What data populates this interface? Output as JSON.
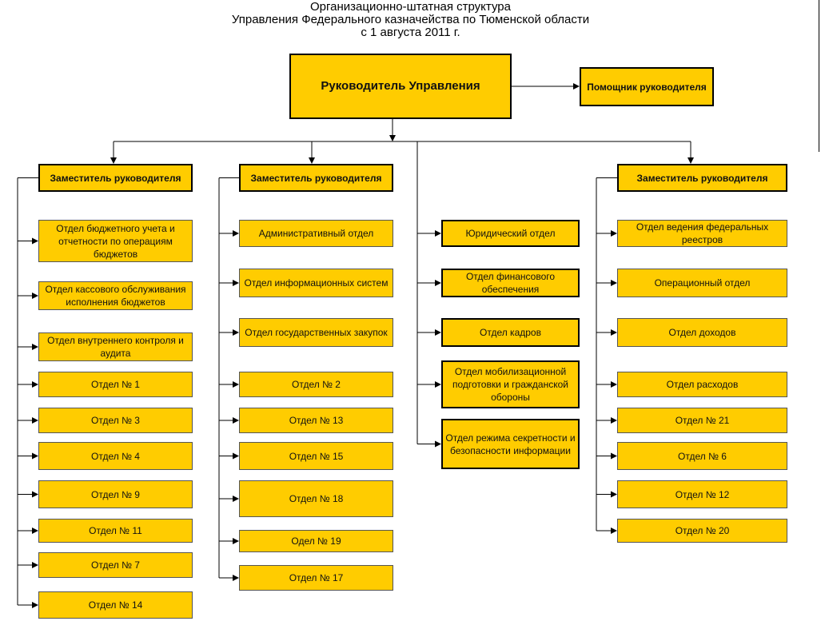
{
  "title": {
    "line1": "Организационно-штатная структура",
    "line2": "Управления Федерального казначейства по Тюменской области",
    "line3": "с 1 августа  2011  г."
  },
  "head": "Руководитель Управления",
  "assistant": "Помощник руководителя",
  "columns": [
    {
      "deputy": "Заместитель руководителя",
      "units": [
        "Отдел бюджетного учета и отчетности по операциям бюджетов",
        "Отдел кассового обслуживания исполнения бюджетов",
        "Отдел внутреннего контроля и аудита",
        "Отдел № 1",
        "Отдел № 3",
        "Отдел № 4",
        "Отдел № 9",
        "Отдел № 11",
        "Отдел № 7",
        "Отдел № 14"
      ]
    },
    {
      "deputy": "Заместитель руководителя",
      "units": [
        "Административный отдел",
        "Отдел информационных систем",
        "Отдел государственных закупок",
        "Отдел № 2",
        "Отдел № 13",
        "Отдел № 15",
        "Отдел № 18",
        "Одел № 19",
        "Отдел № 17"
      ]
    },
    {
      "deputy": "",
      "units": [
        "Юридический отдел",
        "Отдел финансового обеспечения",
        "Отдел кадров",
        "Отдел мобилизационной подготовки и гражданской обороны",
        "Отдел режима секретности и безопасности информации"
      ]
    },
    {
      "deputy": "Заместитель руководителя",
      "units": [
        "Отдел ведения федеральных реестров",
        "Операционный отдел",
        "Отдел доходов",
        "Отдел расходов",
        "Отдел № 21",
        "Отдел № 6",
        "Отдел № 12",
        "Отдел № 20"
      ]
    }
  ]
}
